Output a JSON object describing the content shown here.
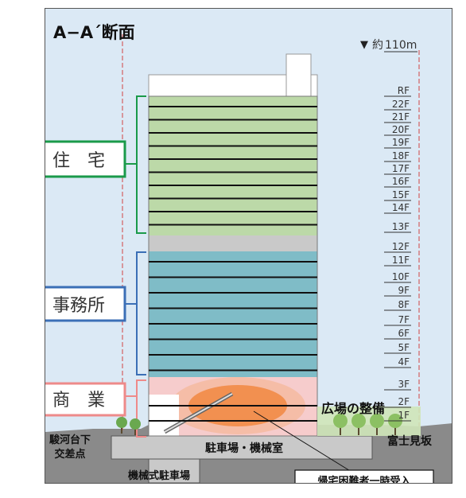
{
  "title": "A−A´断面",
  "height_marker": {
    "arrow": "▼",
    "prefix": "約",
    "value": "110m"
  },
  "floors": [
    "RF",
    "22F",
    "21F",
    "20F",
    "19F",
    "18F",
    "17F",
    "16F",
    "15F",
    "14F",
    "13F",
    "12F",
    "11F",
    "10F",
    "9F",
    "8F",
    "7F",
    "6F",
    "5F",
    "4F",
    "3F",
    "2F",
    "1F"
  ],
  "zones": {
    "residential": {
      "label": "住　宅",
      "color": "#1a9a4a",
      "fill": "#bcd9a8"
    },
    "office": {
      "label": "事務所",
      "color": "#3b6fb6",
      "fill": "#7fbcc7"
    },
    "commercial": {
      "label": "商　業",
      "color": "#ee8a8a",
      "fill": "#f6cccc"
    }
  },
  "annotations": {
    "plaza": "広場の整備",
    "left_street_line1": "駿河台下",
    "left_street_line2": "交差点",
    "right_street": "富士見坂",
    "parking": "駐車場・機械室",
    "mech_parking": "機械式駐車場",
    "refuge": "帰宅困難者一時受入"
  },
  "colors": {
    "sky": "#dbe9f5",
    "ground": "#8a8a8a",
    "basement": "#c9c9c9",
    "floor_line": "#111111",
    "dash_line": "#d36060"
  }
}
